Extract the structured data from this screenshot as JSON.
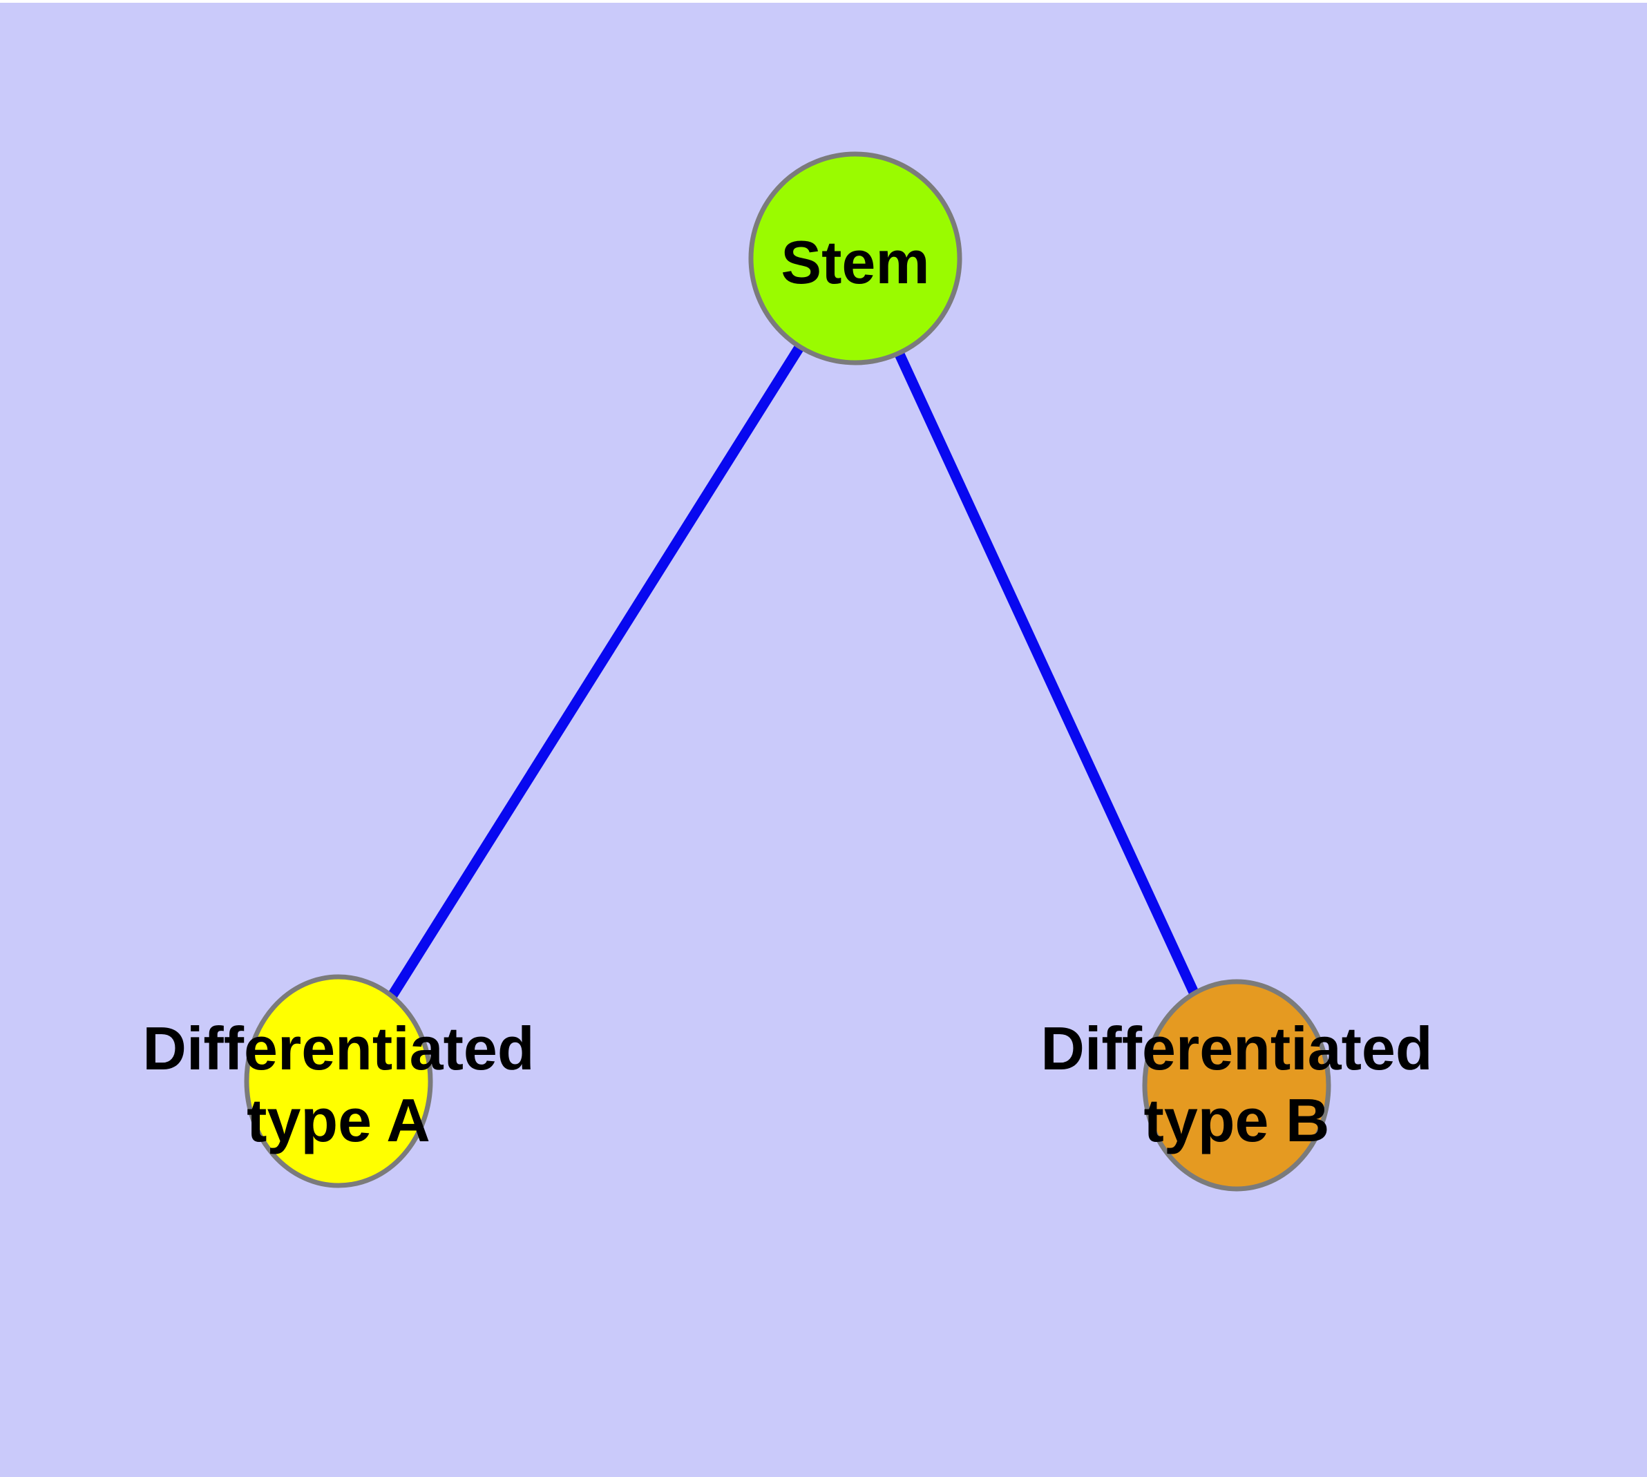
{
  "canvas": {
    "background_color": "#CACAFA",
    "top_margin_color": "#FFFFFF"
  },
  "diagram": {
    "type": "node-link-graph",
    "edge_color": "#0808F0",
    "node_border_color": "#7B7B7B",
    "text_color": "#000000",
    "nodes": [
      {
        "id": "stem",
        "label": "Stem",
        "fill": "#9AFB00"
      },
      {
        "id": "diff-a",
        "label_line1": "Differentiated",
        "label_line2": "type A",
        "fill": "#FFFF00"
      },
      {
        "id": "diff-b",
        "label_line1": "Differentiated",
        "label_line2": "type B",
        "fill": "#E59A21"
      }
    ],
    "edges": [
      {
        "from": "stem",
        "to": "diff-a"
      },
      {
        "from": "stem",
        "to": "diff-b"
      }
    ]
  }
}
